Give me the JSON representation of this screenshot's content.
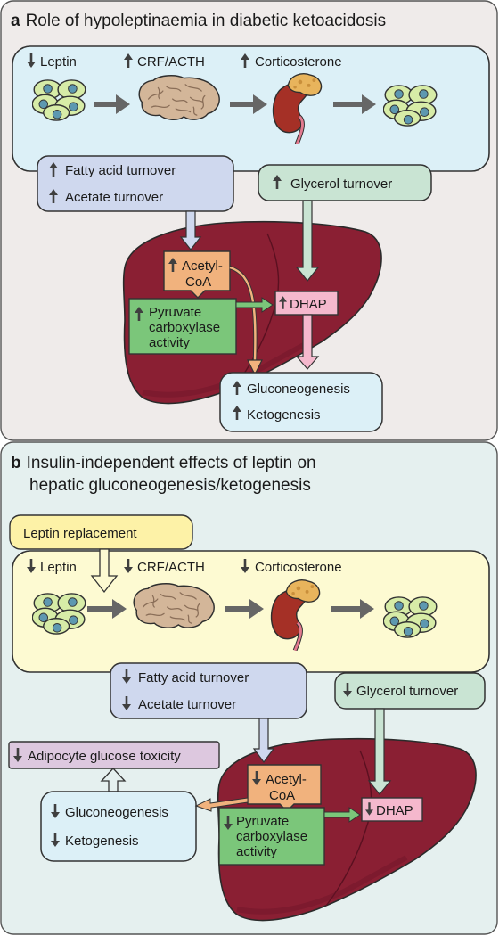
{
  "panel_a": {
    "letter": "a",
    "title": "Role of hypoleptinaemia in diabetic ketoacidosis",
    "top_labels": {
      "leptin": "Leptin",
      "crf": "CRF/ACTH",
      "cort": "Corticosterone"
    },
    "fatty_acid": "Fatty acid turnover",
    "acetate": "Acetate turnover",
    "glycerol": "Glycerol turnover",
    "acetyl_1": "Acetyl-",
    "acetyl_2": "CoA",
    "pyruvate_1": "Pyruvate",
    "pyruvate_2": "carboxylase",
    "pyruvate_3": "activity",
    "dhap": "DHAP",
    "gluconeo": "Gluconeogenesis",
    "keto": "Ketogenesis"
  },
  "panel_b": {
    "letter": "b",
    "title_line1": "Insulin-independent effects of leptin on",
    "title_line2": "hepatic gluconeogenesis/ketogenesis",
    "leptin_replacement": "Leptin replacement",
    "top_labels": {
      "leptin": "Leptin",
      "crf": "CRF/ACTH",
      "cort": "Corticosterone"
    },
    "fatty_acid": "Fatty acid turnover",
    "acetate": "Acetate turnover",
    "glycerol": "Glycerol turnover",
    "adipocyte": "Adipocyte glucose toxicity",
    "gluconeo": "Gluconeogenesis",
    "keto": "Ketogenesis",
    "acetyl_1": "Acetyl-",
    "acetyl_2": "CoA",
    "pyruvate_1": "Pyruvate",
    "pyruvate_2": "carboxylase",
    "pyruvate_3": "activity",
    "dhap": "DHAP"
  },
  "colors": {
    "panel_a_bg": "#efebea",
    "panel_b_bg": "#e5f0ef",
    "blue_box": "#dcf0f7",
    "yellow_box": "#fdfad2",
    "lavender_box": "#cfd8ee",
    "green_box": "#c9e4d3",
    "liver": "#8a1f33",
    "acetyl": "#f1b27d",
    "pyruvate": "#7bc67a",
    "dhap": "#f5b8cd",
    "adipocyte_box": "#ddc8df",
    "leptin_replacement": "#fdf2a7"
  }
}
